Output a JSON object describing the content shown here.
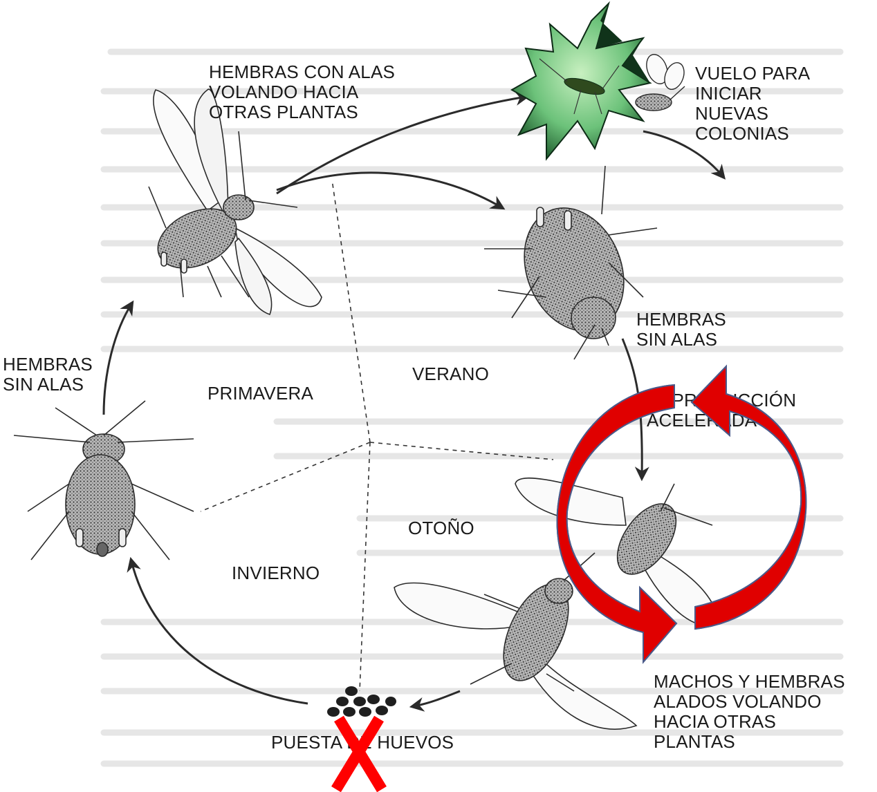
{
  "labels": {
    "winged_females": [
      "HEMBRAS CON ALAS",
      "VOLANDO HACIA",
      "OTRAS PLANTAS"
    ],
    "new_colonies": [
      "VUELO PARA",
      "INICIAR",
      "NUEVAS",
      "COLONIAS"
    ],
    "wingless_females_right": [
      "HEMBRAS",
      "SIN ALAS"
    ],
    "wingless_females_left": [
      "HEMBRAS",
      "SIN ALAS"
    ],
    "accelerated_reproduction": [
      "REPRODUCCIÓN",
      "ACELERADA"
    ],
    "winged_males_females": [
      "MACHOS Y HEMBRAS",
      "ALADOS VOLANDO",
      "HACIA OTRAS",
      "PLANTAS"
    ],
    "egg_laying": "PUESTA DE HUEVOS"
  },
  "seasons": {
    "spring": "PRIMAVERA",
    "summer": "VERANO",
    "autumn": "OTOÑO",
    "winter": "INVIERNO"
  },
  "colors": {
    "line": "#2b2b2b",
    "insect_fill": "#9a9a9a",
    "cycle_arrow": "#e00000",
    "cycle_arrow_edge": "#4a5a8a",
    "cross": "#ff0000",
    "photo_green": "#7fd08a",
    "photo_dark": "#10331a"
  },
  "icons": {
    "photo_badge": "aphid-photo-badge",
    "cycle": "circular-red-arrows",
    "cross": "red-x-mark"
  }
}
